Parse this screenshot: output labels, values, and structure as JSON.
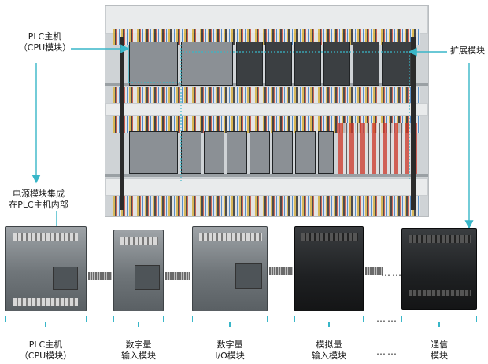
{
  "top_labels": {
    "plc_main": [
      "PLC主机",
      "（CPU模块）"
    ],
    "expansion": "扩展模块",
    "power": [
      "电源模块集成",
      "在PLC主机内部"
    ]
  },
  "bottom_labels": [
    [
      "PLC主机",
      "（CPU模块）"
    ],
    [
      "数字量",
      "输入模块"
    ],
    [
      "数字量",
      "I/O模块"
    ],
    [
      "模拟量",
      "输入模块"
    ],
    [
      "通信",
      "模块"
    ]
  ],
  "ellipsis": "……",
  "colors": {
    "arrow": "#38b6c8",
    "label_text": "#1a1a1a"
  }
}
